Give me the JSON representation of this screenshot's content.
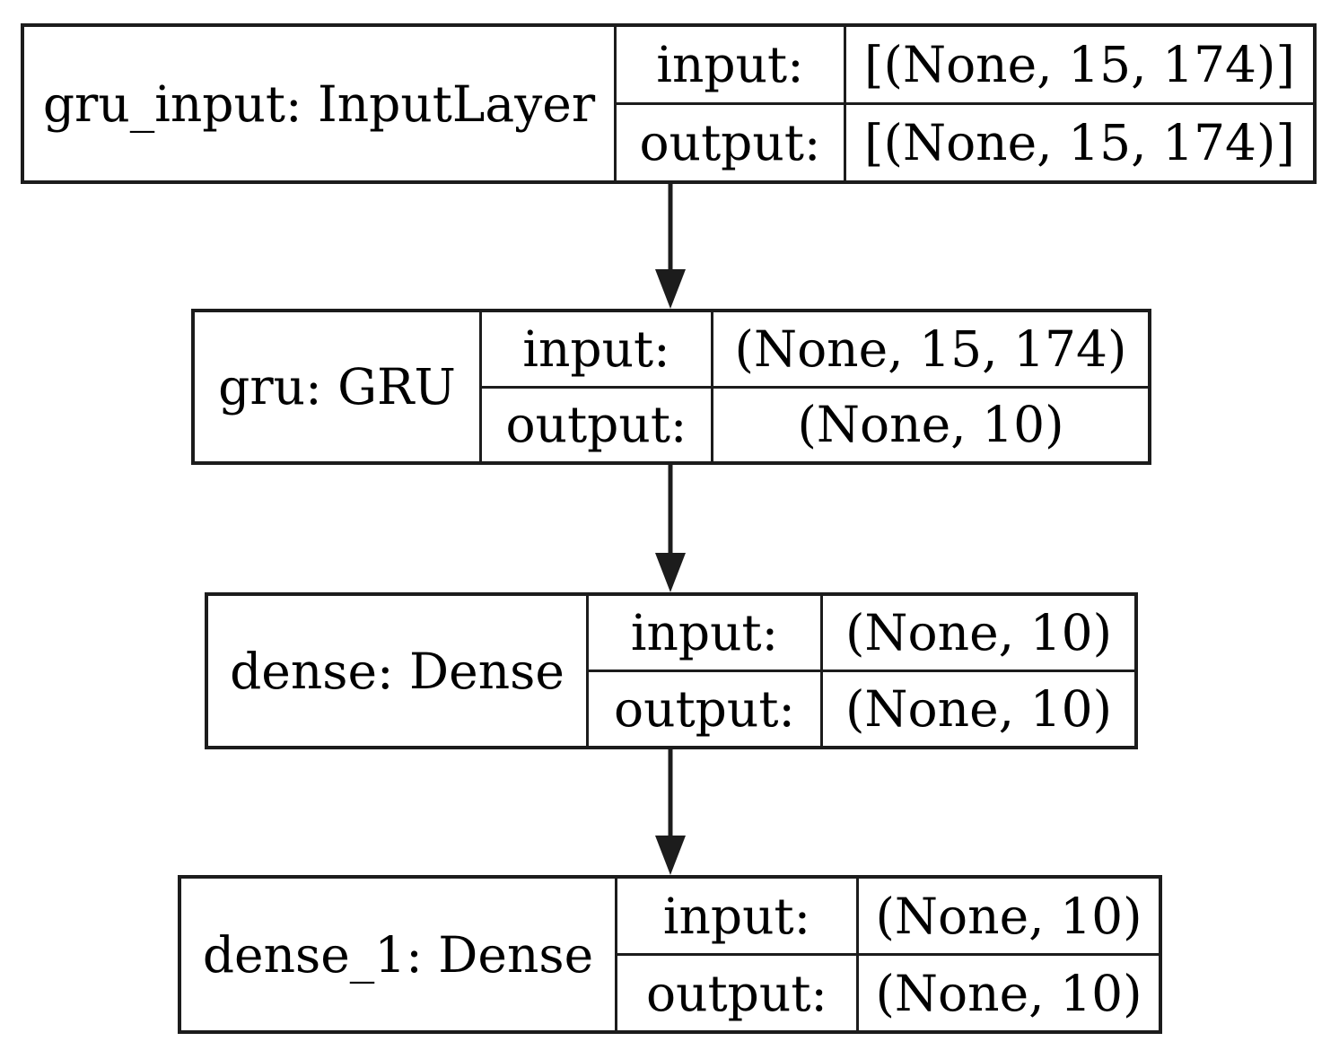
{
  "diagram": {
    "kind": "keras-model-architecture",
    "background_color": "#ffffff",
    "line_color": "#1c1c1c",
    "text_color": "#000000",
    "io_labels": {
      "input": "input:",
      "output": "output:"
    },
    "nodes": [
      {
        "id": "gru_input",
        "label": "gru_input: InputLayer",
        "input_label": "input:",
        "output_label": "output:",
        "input_shape": "[(None, 15, 174)]",
        "output_shape": "[(None, 15, 174)]"
      },
      {
        "id": "gru",
        "label": "gru: GRU",
        "input_label": "input:",
        "output_label": "output:",
        "input_shape": "(None, 15, 174)",
        "output_shape": "(None, 10)"
      },
      {
        "id": "dense",
        "label": "dense: Dense",
        "input_label": "input:",
        "output_label": "output:",
        "input_shape": "(None, 10)",
        "output_shape": "(None, 10)"
      },
      {
        "id": "dense_1",
        "label": "dense_1: Dense",
        "input_label": "input:",
        "output_label": "output:",
        "input_shape": "(None, 10)",
        "output_shape": "(None, 10)"
      }
    ],
    "edges": [
      {
        "from": "gru_input",
        "to": "gru"
      },
      {
        "from": "gru",
        "to": "dense"
      },
      {
        "from": "dense",
        "to": "dense_1"
      }
    ]
  }
}
